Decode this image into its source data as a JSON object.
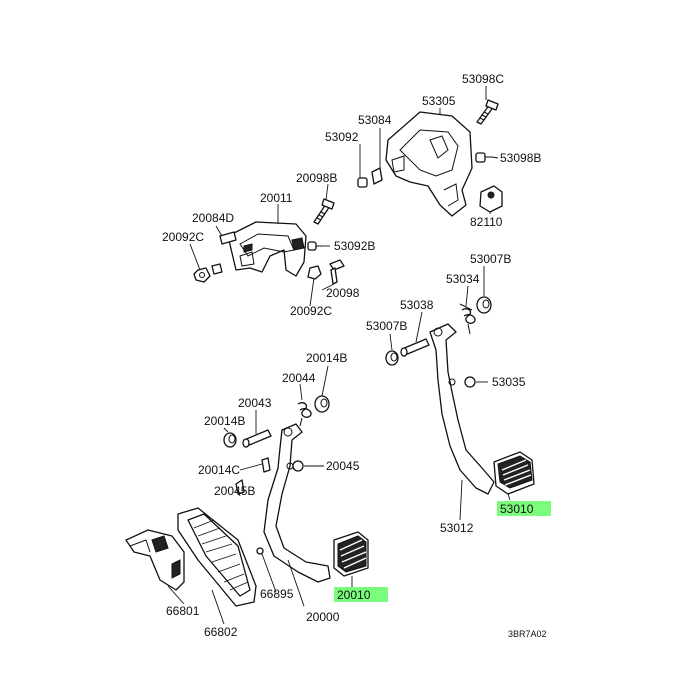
{
  "diagram_code": "3BR7A02",
  "highlight_color": "#7CFC7C",
  "labels": {
    "p53098C": "53098C",
    "p53305": "53305",
    "p53084": "53084",
    "p53092": "53092",
    "p53098B": "53098B",
    "p20098B": "20098B",
    "p20011": "20011",
    "p82110": "82110",
    "p20084D": "20084D",
    "p20092C_a": "20092C",
    "p53092B": "53092B",
    "p53007B_a": "53007B",
    "p20098": "20098",
    "p53034": "53034",
    "p20092C_b": "20092C",
    "p53038": "53038",
    "p53007B_b": "53007B",
    "p20014B_a": "20014B",
    "p53035": "53035",
    "p20044": "20044",
    "p20043": "20043",
    "p20014B_b": "20014B",
    "p20045": "20045",
    "p20014C": "20014C",
    "p20045B": "20045B",
    "p53010": "53010",
    "p53012": "53012",
    "p66801": "66801",
    "p66895": "66895",
    "p20010": "20010",
    "p20000": "20000",
    "p66802": "66802"
  }
}
